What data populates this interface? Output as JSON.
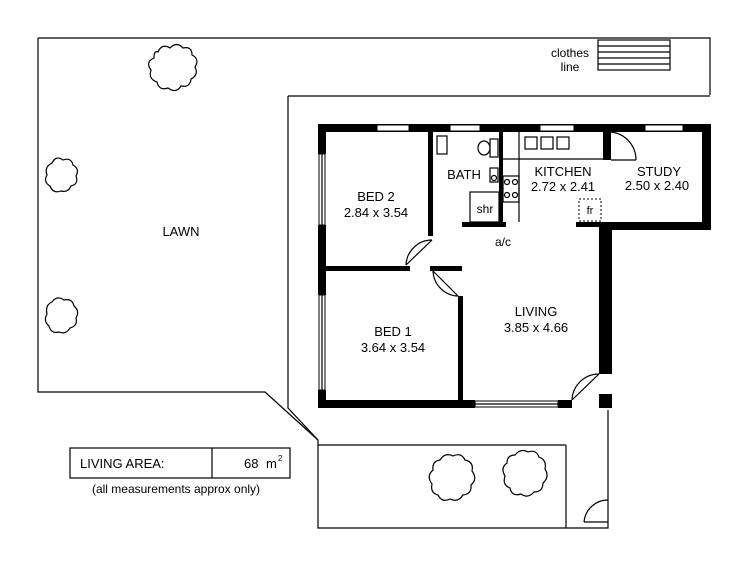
{
  "outdoor": {
    "lawn": "LAWN",
    "clothes_line": [
      "clothes",
      "line"
    ]
  },
  "rooms": {
    "bed2": {
      "name": "BED 2",
      "size": "2.84 x 3.54"
    },
    "bath": {
      "name": "BATH",
      "shower": "shr"
    },
    "kitchen": {
      "name": "KITCHEN",
      "size": "2.72 x 2.41",
      "fridge": "fr"
    },
    "study": {
      "name": "STUDY",
      "size": "2.50 x 2.40"
    },
    "bed1": {
      "name": "BED 1",
      "size": "3.64 x 3.54"
    },
    "living": {
      "name": "LIVING",
      "size": "3.85 x 4.66"
    },
    "aircon": "a/c"
  },
  "legend": {
    "label": "LIVING AREA:",
    "value": "68",
    "unit": "m",
    "unit_sup": "2",
    "note": "(all measurements approx only)"
  }
}
